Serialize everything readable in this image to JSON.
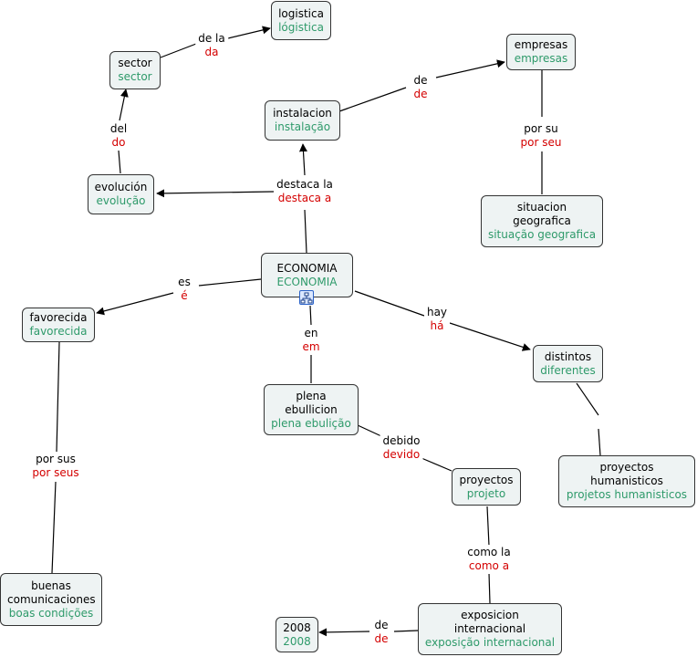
{
  "nodes": {
    "logistica": {
      "es": "logistica",
      "pt": "lógistica"
    },
    "sector": {
      "es": "sector",
      "pt": "sector"
    },
    "empresas": {
      "es": "empresas",
      "pt": "empresas"
    },
    "instalacion": {
      "es": "instalacion",
      "pt": "instalação"
    },
    "evolucion": {
      "es": "evolución",
      "pt": "evolução"
    },
    "situacion": {
      "es": "situacion geografica",
      "pt": "situação geografica"
    },
    "economia": {
      "es": "ECONOMIA",
      "pt": "ECONOMIA"
    },
    "favorecida": {
      "es": "favorecida",
      "pt": "favorecida"
    },
    "distintos": {
      "es": "distintos",
      "pt": "diferentes"
    },
    "plena": {
      "es": "plena ebullicion",
      "pt": "plena ebulição"
    },
    "proyectos_h": {
      "es": "proyectos humanisticos",
      "pt": "projetos humanisticos"
    },
    "proyectos": {
      "es": "proyectos",
      "pt": "projeto"
    },
    "buenas": {
      "es": "buenas comunicaciones",
      "pt": "boas condições"
    },
    "exposicion": {
      "es": "exposicion internacional",
      "pt": "exposição internacional"
    },
    "year": {
      "es": "2008",
      "pt": "2008"
    }
  },
  "links": {
    "de_la": {
      "es": "de la",
      "pt": "da"
    },
    "de_emp": {
      "es": "de",
      "pt": "de"
    },
    "del": {
      "es": "del",
      "pt": "do"
    },
    "por_su": {
      "es": "por su",
      "pt": "por seu"
    },
    "destaca": {
      "es": "destaca la",
      "pt": "destaca a"
    },
    "es": {
      "es": "es",
      "pt": "é"
    },
    "en": {
      "es": "en",
      "pt": "em"
    },
    "hay": {
      "es": "hay",
      "pt": "há"
    },
    "debido": {
      "es": "debido",
      "pt": "devido"
    },
    "por_sus": {
      "es": "por sus",
      "pt": "por seus"
    },
    "como_la": {
      "es": "como la",
      "pt": "como a"
    },
    "de_2008": {
      "es": "de",
      "pt": "de"
    }
  },
  "colors": {
    "node_fill": "#eef3f3",
    "translation_node": "#2e9a6a",
    "translation_link": "#d40000"
  },
  "icons": {
    "submap": "concept-map-icon"
  }
}
